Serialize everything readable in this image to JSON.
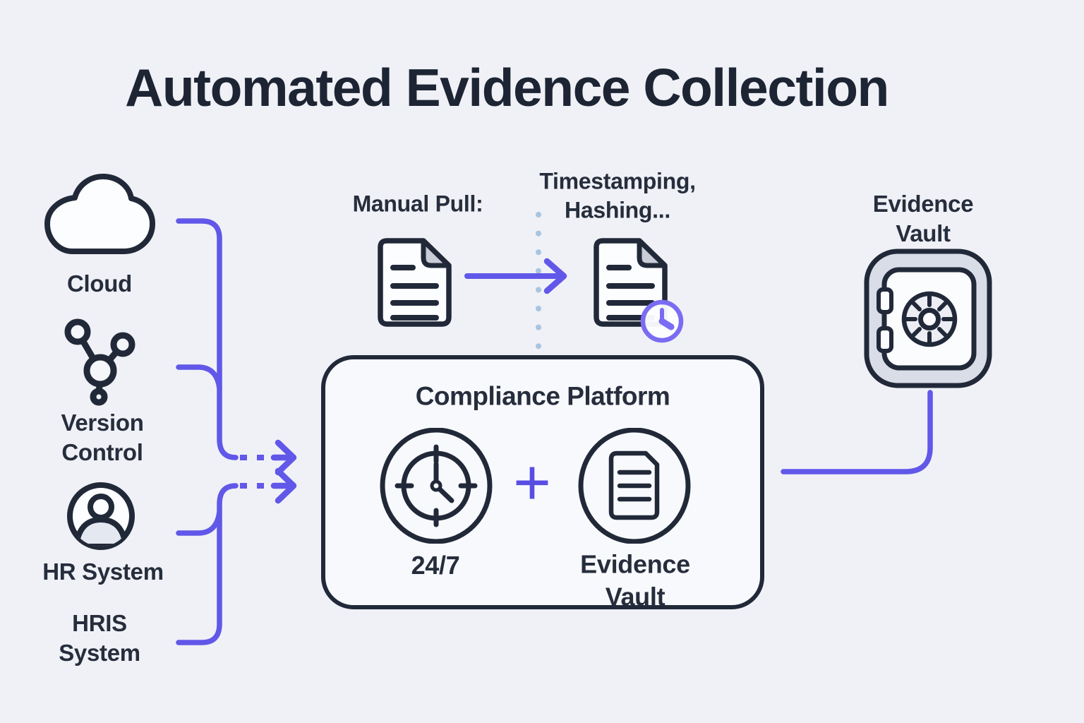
{
  "title": "Automated Evidence Collection",
  "sources": {
    "cloud": "Cloud",
    "version_control": "Version\nControl",
    "hr_system": "HR System",
    "hris_system": "HRIS\nSystem"
  },
  "manual_flow": {
    "label": "Manual Pull:",
    "process_label": "Timestamping,\nHashing..."
  },
  "platform": {
    "title": "Compliance Platform",
    "clock_label": "24/7",
    "plus_symbol": "+",
    "vault_label": "Evidence\nVault"
  },
  "vault": {
    "label": "Evidence Vault"
  },
  "colors": {
    "background": "#eff1f6",
    "ink": "#212939",
    "accent_purple": "#6157e8",
    "badge_purple": "#7a6cf2",
    "dotted_blue": "#a9c4e0",
    "vault_gray": "#d9dde8",
    "fold_gray": "#c9cdd8"
  }
}
